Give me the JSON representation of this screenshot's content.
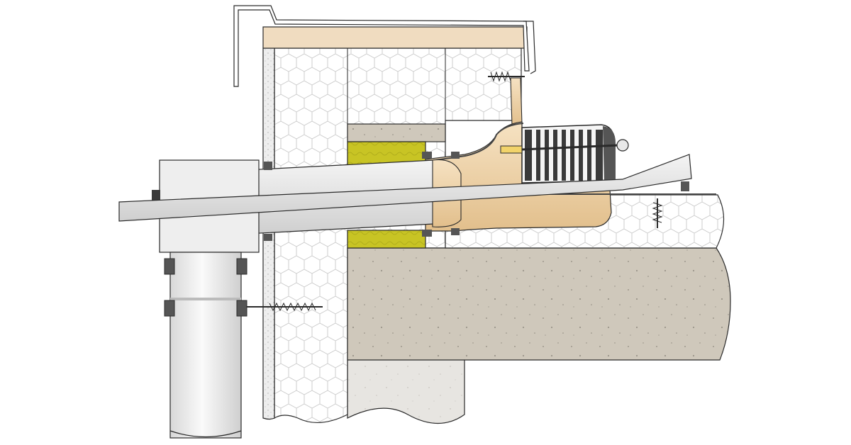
{
  "diagram": {
    "kind": "technical-cross-section",
    "components": [
      {
        "id": "roof-edge-coping",
        "icon": "coping-flashing-icon"
      },
      {
        "id": "wood-fascia-board",
        "icon": "wood-board-icon"
      },
      {
        "id": "wall-insulation",
        "icon": "honeycomb-insulation-icon"
      },
      {
        "id": "roof-insulation",
        "icon": "honeycomb-insulation-icon"
      },
      {
        "id": "concrete-roof-slab",
        "icon": "concrete-slab-icon"
      },
      {
        "id": "concrete-wall",
        "icon": "concrete-wall-icon"
      },
      {
        "id": "mineral-wool-fill",
        "icon": "mineral-wool-icon"
      },
      {
        "id": "emergency-overflow-sleeve",
        "icon": "overflow-pipe-icon"
      },
      {
        "id": "drain-body",
        "icon": "roof-drain-icon"
      },
      {
        "id": "leaf-guard-grate",
        "icon": "grate-icon"
      },
      {
        "id": "downpipe-rainwater-head",
        "icon": "box-head-icon"
      },
      {
        "id": "downpipe",
        "icon": "downpipe-icon"
      },
      {
        "id": "pipe-brackets",
        "icon": "bracket-icon"
      },
      {
        "id": "fixing-screws",
        "icon": "screw-icon"
      },
      {
        "id": "wall-anchor",
        "icon": "anchor-icon"
      }
    ]
  },
  "colors": {
    "line": "#2a2a2a",
    "insulation_fill": "#ffffff",
    "insulation_hex": "#c9c9c9",
    "concrete": "#cfc8bb",
    "concrete_light": "#e7e5e1",
    "wood": "#f0dcc0",
    "mineral_wool": "#c8c424",
    "drain_body": "#f0d3a8",
    "metal": "#d9d9d9",
    "grate": "#3a3a3a"
  }
}
